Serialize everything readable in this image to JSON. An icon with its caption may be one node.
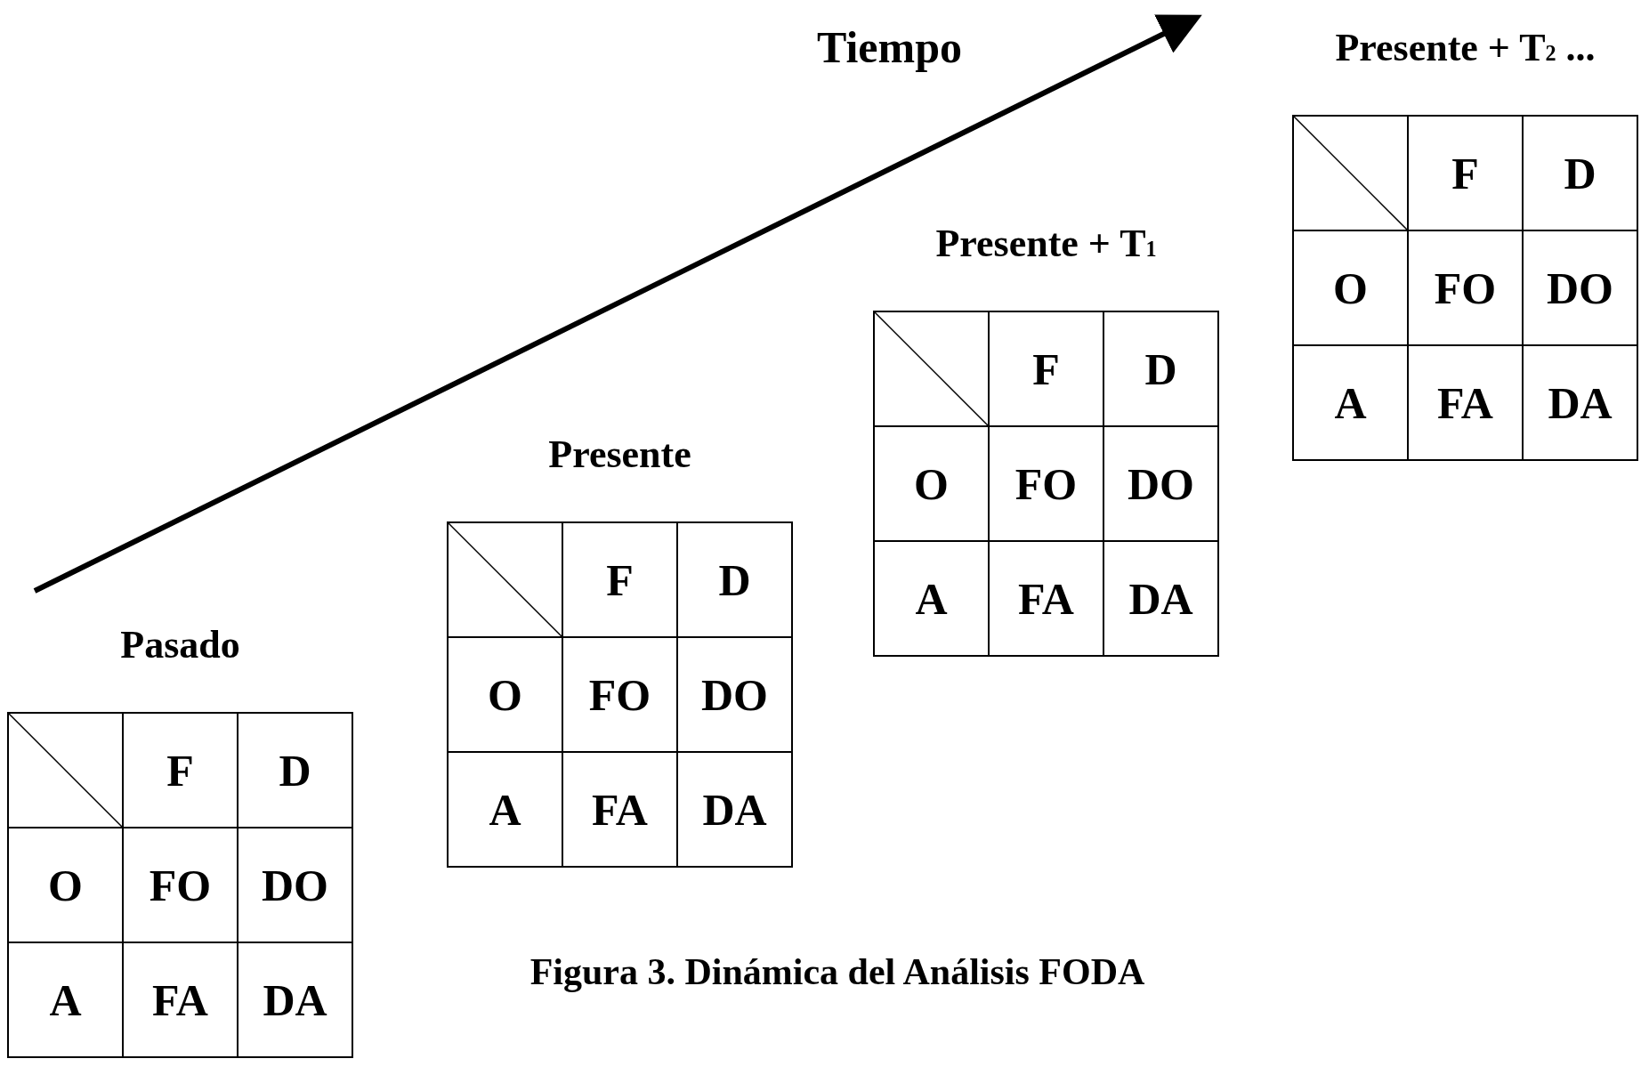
{
  "diagram": {
    "caption": "Figura 3. Dinámica del Análisis FODA",
    "nodes": [
      {
        "text": [
          "Pasado"
        ]
      },
      {
        "text": [],
        "shape": "box",
        "in": 0
      },
      {
        "text": [
          "F"
        ],
        "in": 0
      },
      {
        "text": [
          "D"
        ],
        "in": 0
      },
      {
        "text": [
          "O"
        ],
        "in": 0
      },
      {
        "text": [
          "FO"
        ],
        "in": 0
      },
      {
        "text": [
          "DO"
        ],
        "in": 0
      },
      {
        "text": [
          "A"
        ],
        "in": 0
      },
      {
        "text": [
          "FA"
        ],
        "in": 0
      },
      {
        "text": [
          "DA"
        ],
        "in": 0
      },
      {
        "text": [
          "Presente"
        ]
      },
      {
        "text": [],
        "shape": "box",
        "in": 10
      },
      {
        "text": [
          "F"
        ],
        "in": 10
      },
      {
        "text": [
          "D"
        ],
        "in": 10
      },
      {
        "text": [
          "O"
        ],
        "in": 10
      },
      {
        "text": [
          "FO"
        ],
        "in": 10
      },
      {
        "text": [
          "DO"
        ],
        "in": 10
      },
      {
        "text": [
          "A"
        ],
        "in": 10
      },
      {
        "text": [
          "FA"
        ],
        "in": 10
      },
      {
        "text": [
          "DA"
        ],
        "in": 10
      },
      {
        "text": [
          "Presente + T$_{1}$"
        ]
      },
      {
        "text": [],
        "shape": "box",
        "in": 20
      },
      {
        "text": [
          "F"
        ],
        "in": 20
      },
      {
        "text": [
          "D"
        ],
        "in": 20
      },
      {
        "text": [
          "O"
        ],
        "in": 20
      },
      {
        "text": [
          "FO"
        ],
        "in": 20
      },
      {
        "text": [
          "DO"
        ],
        "in": 20
      },
      {
        "text": [
          "A"
        ],
        "in": 20
      },
      {
        "text": [
          "FA"
        ],
        "in": 20
      },
      {
        "text": [
          "DA"
        ],
        "in": 20
      },
      {
        "text": [
          "Presente + T$_{2}$ ..."
        ]
      },
      {
        "text": [],
        "shape": "box",
        "in": 30
      },
      {
        "text": [
          "F"
        ],
        "in": 30
      },
      {
        "text": [
          "D"
        ],
        "in": 30
      },
      {
        "text": [
          "O"
        ],
        "in": 30
      },
      {
        "text": [
          "FO"
        ],
        "in": 30
      },
      {
        "text": [
          "DO"
        ],
        "in": 30
      },
      {
        "text": [
          "A"
        ],
        "in": 30
      },
      {
        "text": [
          "FA"
        ],
        "in": 30
      },
      {
        "text": [
          "DA"
        ],
        "in": 30
      }
    ],
    "labels": [
      "Tiempo"
    ]
  }
}
